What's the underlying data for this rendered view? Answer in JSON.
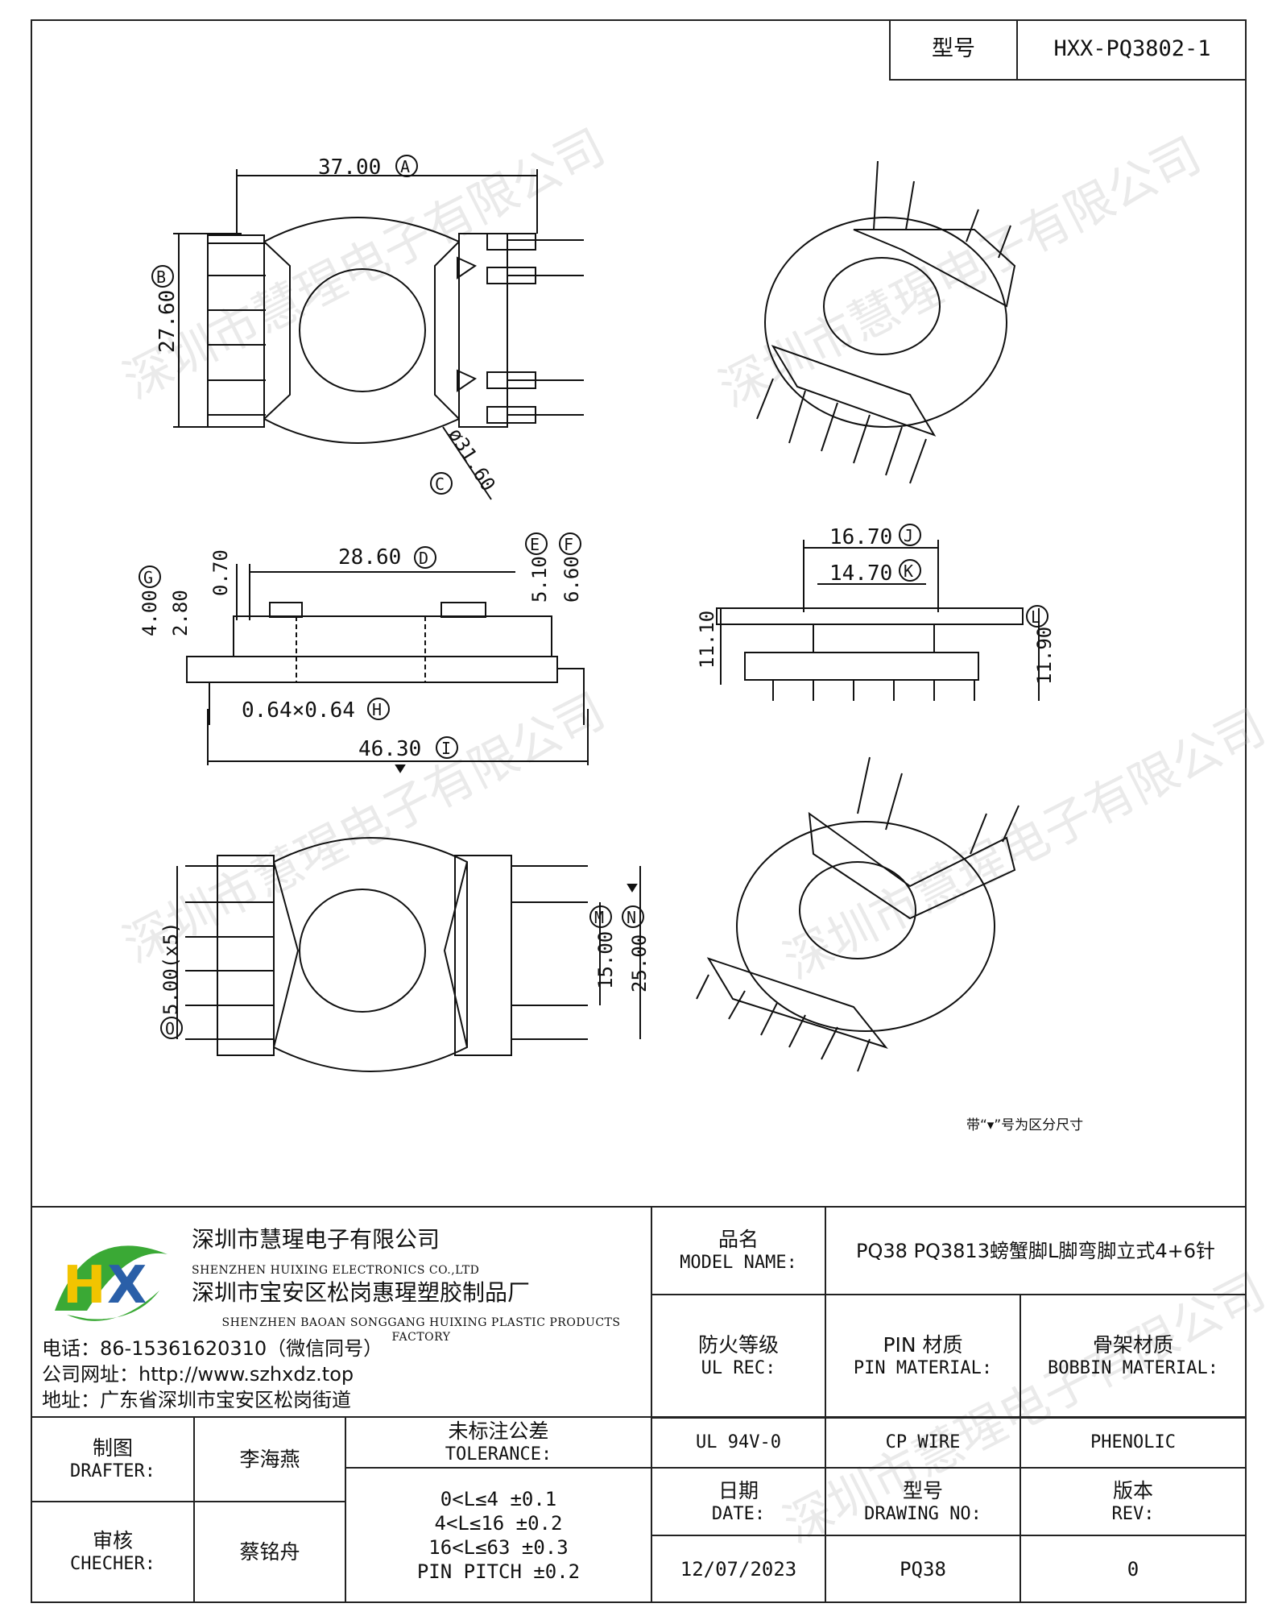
{
  "header": {
    "model_label": "型号",
    "model_value": "HXX-PQ3802-1"
  },
  "watermark": "深圳市慧瑆电子有限公司",
  "dimensions": {
    "A": "37.00",
    "B": "27.60",
    "C": "ø31.60",
    "D": "28.60",
    "E": "5.10",
    "F": "6.60",
    "G": "4.00",
    "G2": "2.80",
    "D2": "0.70",
    "H": "0.64×0.64",
    "I": "46.30",
    "J": "16.70",
    "K": "14.70",
    "L": "11.90",
    "L2": "11.10",
    "M": "15.00",
    "N": "25.00",
    "O": "5.00(x5)"
  },
  "circle_labels": [
    "A",
    "B",
    "C",
    "D",
    "E",
    "F",
    "G",
    "H",
    "I",
    "J",
    "K",
    "L",
    "M",
    "N",
    "O"
  ],
  "note": "带“▾”号为区分尺寸",
  "company": {
    "name_cn": "深圳市慧瑆电子有限公司",
    "name_en": "SHENZHEN HUIXING ELECTRONICS CO.,LTD",
    "factory_cn": "深圳市宝安区松岗惠瑆塑胶制品厂",
    "factory_en": "SHENZHEN BAOAN SONGGANG HUIXING PLASTIC PRODUCTS FACTORY",
    "phone": "电话：86-15361620310（微信同号）",
    "website": "公司网址：http://www.szhxdz.top",
    "address": "地址：广东省深圳市宝安区松岗街道",
    "logo_text": "HX",
    "colors": {
      "green": "#3aa935",
      "yellow": "#f2c400",
      "blue": "#2a5fa8"
    }
  },
  "title_block": {
    "model_name_cn": "品名",
    "model_name_en": "MODEL NAME:",
    "model_name_value": "PQ38 PQ3813螃蟹脚L脚弯脚立式4+6针",
    "ul_cn": "防火等级",
    "ul_en": "UL REC:",
    "pin_cn": "PIN 材质",
    "pin_en": "PIN MATERIAL:",
    "bobbin_cn": "骨架材质",
    "bobbin_en": "BOBBIN MATERIAL:",
    "ul_value": "UL 94V-0",
    "pin_value": "CP WIRE",
    "bobbin_value": "PHENOLIC",
    "drafter_cn": "制图",
    "drafter_en": "DRAFTER:",
    "drafter_name": "李海燕",
    "checker_cn": "审核",
    "checker_en": "CHECHER:",
    "checker_name": "蔡铭舟",
    "tolerance_cn": "未标注公差",
    "tolerance_en": "TOLERANCE:",
    "tolerances": [
      "0<L≤4  ±0.1",
      "4<L≤16 ±0.2",
      "16<L≤63 ±0.3",
      "PIN PITCH ±0.2"
    ],
    "date_cn": "日期",
    "date_en": "DATE:",
    "date_value": "12/07/2023",
    "drawing_cn": "型号",
    "drawing_en": "DRAWING NO:",
    "drawing_value": "PQ38",
    "rev_cn": "版本",
    "rev_en": "REV:",
    "rev_value": "0"
  }
}
